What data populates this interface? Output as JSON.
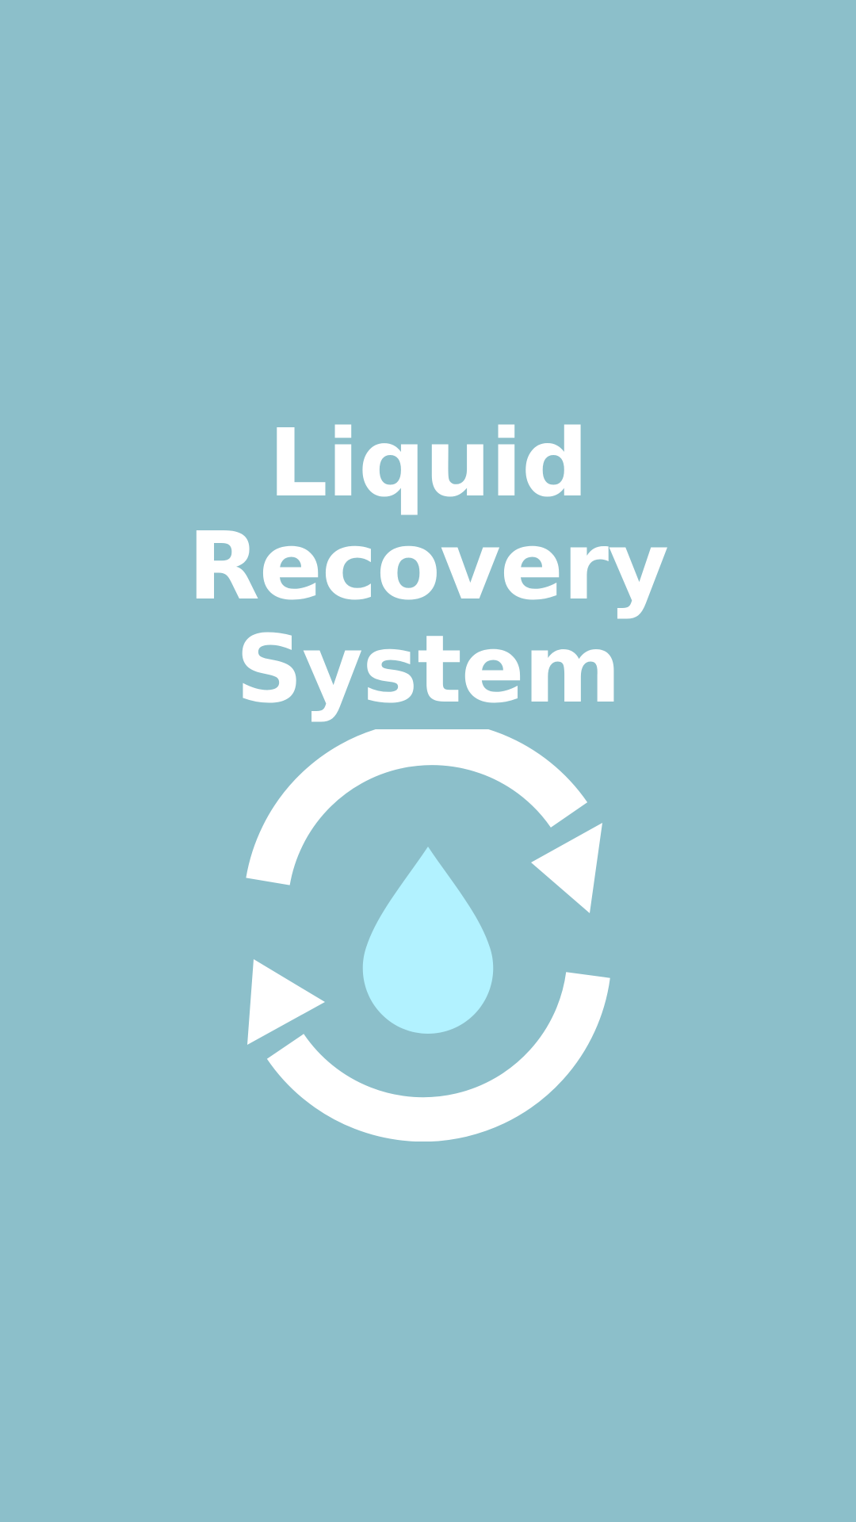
{
  "app": {
    "title_lines": [
      "Liquid",
      "Recovery",
      "System"
    ],
    "icon": "recycle-droplet-icon"
  },
  "colors": {
    "background": "#8cbfca",
    "title_text": "#ffffff",
    "arrows": "#ffffff",
    "droplet": "#b2f2ff"
  }
}
